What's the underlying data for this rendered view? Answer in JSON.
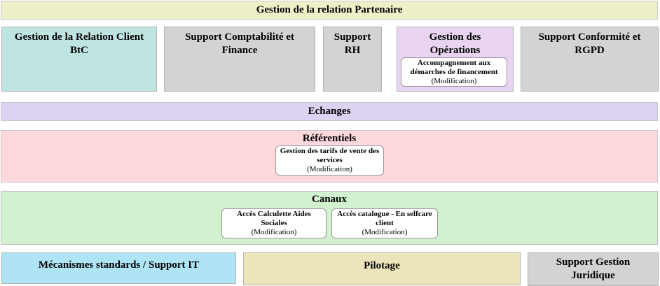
{
  "colors": {
    "banner_yellow": "#eef0c8",
    "teal": "#bfe5e2",
    "gray": "#d3d3d3",
    "lavender": "#e8d4f0",
    "purple_banner": "#ded2f2",
    "pink": "#fdd8dc",
    "green": "#d1f1cf",
    "blue": "#aee4f6",
    "tan": "#ece4ba"
  },
  "map": {
    "header": {
      "title": "Gestion de la relation Partenaire"
    },
    "row2": [
      {
        "title": "Gestion de la Relation Client BtC"
      },
      {
        "title": "Support Comptabilité et Finance"
      },
      {
        "title": "Support RH"
      },
      {
        "title": "Gestion des Opérations",
        "items": [
          {
            "label": "Accompagnement aux démarches de financement",
            "tag": "(Modification)"
          }
        ]
      },
      {
        "title": "Support Conformité et RGPD"
      }
    ],
    "echanges": {
      "title": "Echanges"
    },
    "referentiels": {
      "title": "Référentiels",
      "items": [
        {
          "label": "Gestion des tarifs de vente des services",
          "tag": "(Modification)"
        }
      ]
    },
    "canaux": {
      "title": "Canaux",
      "items": [
        {
          "label": "Accès Calculette Aides Sociales",
          "tag": "(Modification)"
        },
        {
          "label": "Accès catalogue - En selfcare client",
          "tag": "(Modification)"
        }
      ]
    },
    "bottom": [
      {
        "title": "Mécanismes standards / Support IT"
      },
      {
        "title": "Pilotage"
      },
      {
        "title": "Support Gestion Juridique"
      }
    ]
  }
}
